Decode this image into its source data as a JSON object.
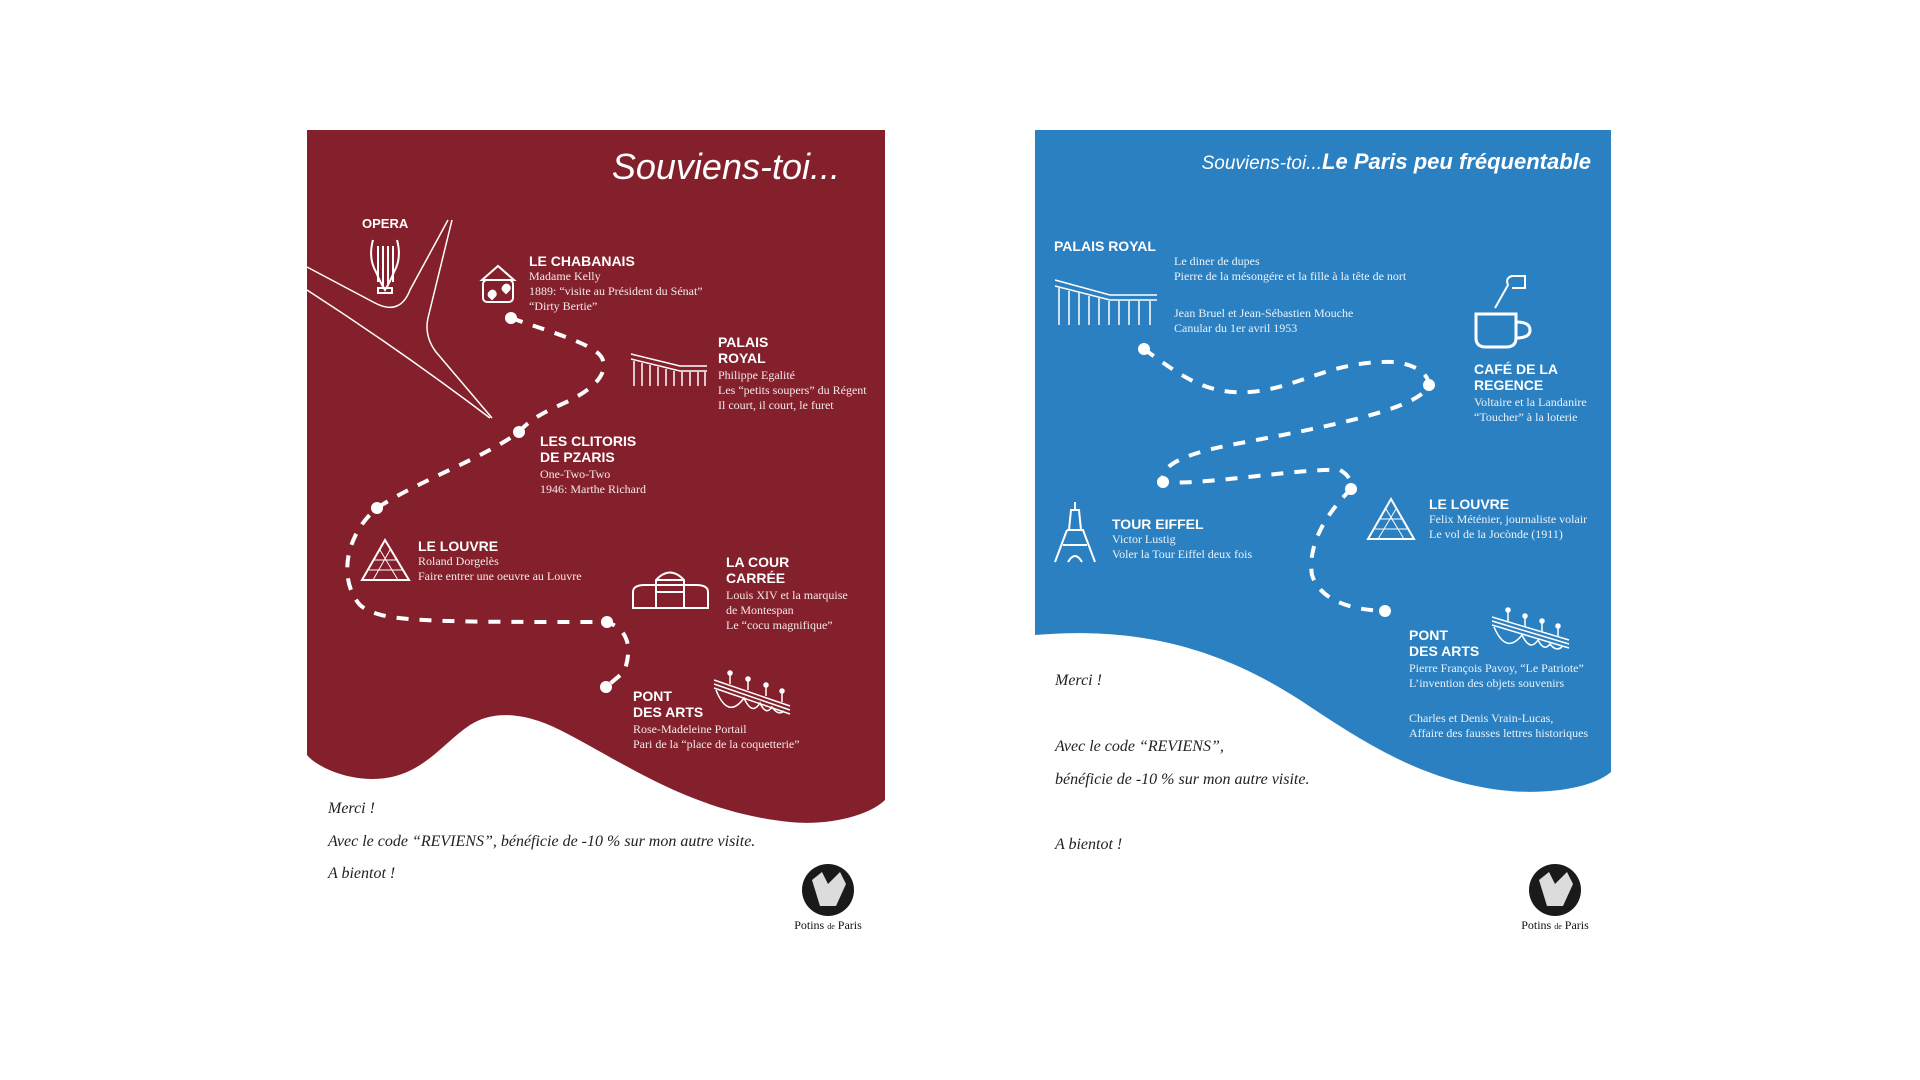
{
  "colors": {
    "red": "#84202b",
    "blue": "#2b80c1"
  },
  "left": {
    "title": "Souviens-toi...",
    "opera": "OPERA",
    "stops": [
      {
        "title": [
          "LE CHABANAIS"
        ],
        "lines": [
          "Madame Kelly",
          "1889: “visite au Président du Sénat”",
          "“Dirty Bertie”"
        ]
      },
      {
        "title": [
          "PALAIS",
          "ROYAL"
        ],
        "lines": [
          "Philippe Egalité",
          "Les “petits soupers” du Régent",
          "Il court, il court, le furet"
        ]
      },
      {
        "title": [
          "LES CLITORIS",
          "DE PZARIS"
        ],
        "lines": [
          "One-Two-Two",
          "1946: Marthe Richard"
        ]
      },
      {
        "title": [
          "LE LOUVRE"
        ],
        "lines": [
          "Roland Dorgelès",
          "Faire entrer une oeuvre au Louvre"
        ]
      },
      {
        "title": [
          "LA COUR",
          "CARRÉE"
        ],
        "lines": [
          "Louis XIV et la marquise",
          "de Montespan",
          "Le “cocu magnifique”"
        ]
      },
      {
        "title": [
          "PONT",
          "DES ARTS"
        ],
        "lines": [
          "Rose-Madeleine Portail",
          "Pari de la “place de la coquetterie”"
        ]
      }
    ],
    "footer": {
      "merci": "Merci !",
      "code": "Avec le code “REVIENS”, bénéficie de  -10 %  sur mon autre visite.",
      "bientot": "A bientot !"
    }
  },
  "right": {
    "title_light": "Souviens-toi...",
    "title_bold": "Le Paris peu fréquentable",
    "stops": [
      {
        "title": [
          "PALAIS ROYAL"
        ],
        "lines": [
          "Le diner de dupes",
          "Pierre de la mésongére et la fille à la tête de nort",
          "",
          "",
          "Jean Bruel et Jean-Sébastien Mouche",
          "Canular du 1er avril 1953"
        ]
      },
      {
        "title": [
          "CAFÉ DE LA",
          "REGENCE"
        ],
        "lines": [
          "Voltaire et la Landanire",
          "“Toucher” à la loterie"
        ]
      },
      {
        "title": [
          "TOUR EIFFEL"
        ],
        "lines": [
          "Victor Lustig",
          "Voler la Tour Eiffel deux fois"
        ]
      },
      {
        "title": [
          "LE LOUVRE"
        ],
        "lines": [
          "Felix Méténier, journaliste volair",
          "Le vol de la Jocònde (1911)"
        ]
      },
      {
        "title": [
          "PONT",
          "DES ARTS"
        ],
        "lines": [
          "Pierre François Pavoy, “Le Patriote”",
          "L’invention des objets souvenirs",
          "",
          "",
          "Charles et Denis Vrain-Lucas,",
          "Affaire des fausses lettres historiques"
        ]
      }
    ],
    "footer": {
      "merci": "Merci !",
      "code1": "Avec le code “REVIENS”,",
      "code2": "bénéficie de  -10 %  sur mon autre visite.",
      "bientot": "A bientot !"
    }
  },
  "brand": {
    "name1": "Potins",
    "name_small": "de",
    "name2": "Paris"
  }
}
